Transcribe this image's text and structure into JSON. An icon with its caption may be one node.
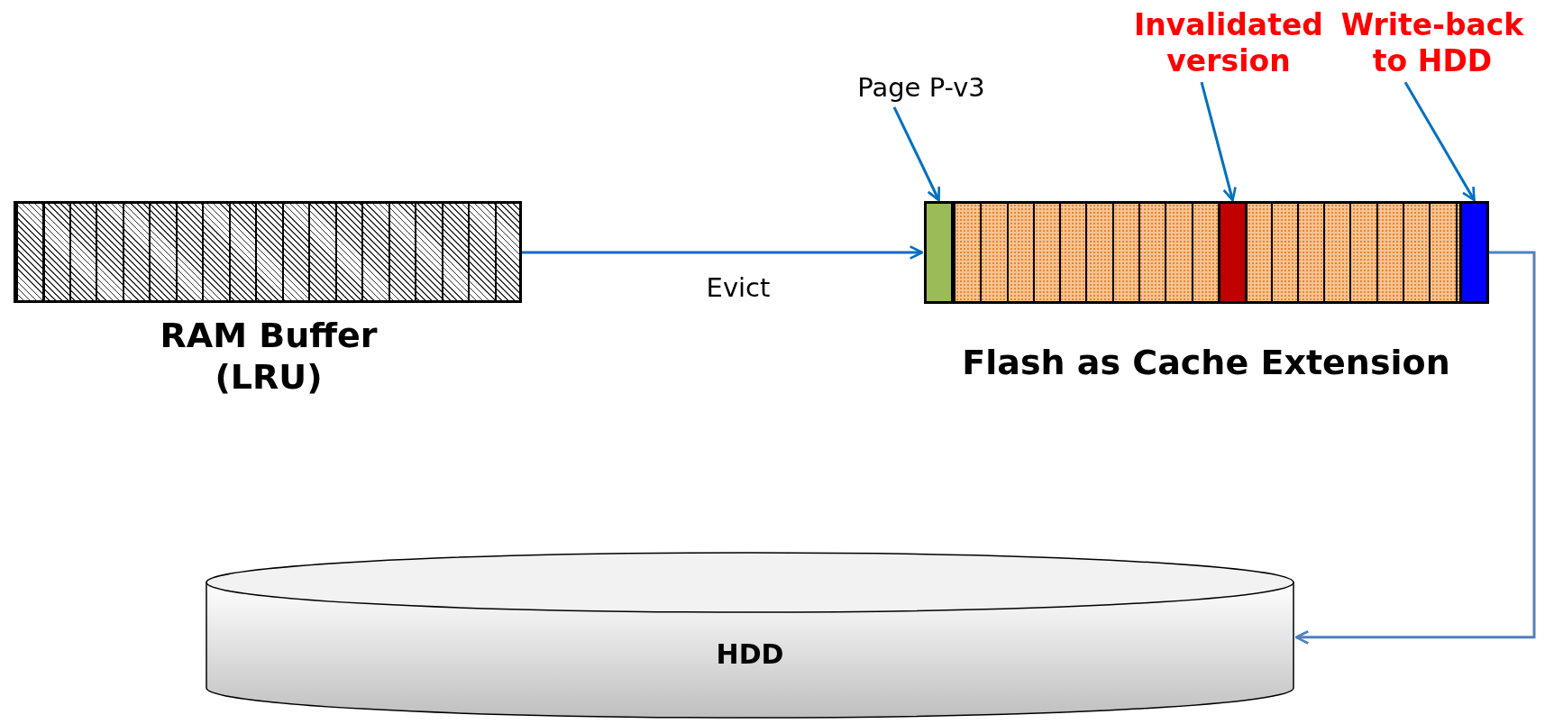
{
  "diagram": {
    "nodes": [
      {
        "text": [
          "Page P-v3"
        ]
      },
      {
        "text": [
          "Invalidated version"
        ]
      },
      {
        "text": [
          "Write-back to HDD"
        ]
      },
      {
        "text": [
          "RAM Buffer (LRU)"
        ]
      },
      {
        "text": [
          "Flash as Cache Extension"
        ]
      },
      {
        "text": [],
        "shape": "box",
        "in": 4
      },
      {
        "text": [],
        "shape": "box",
        "in": 4
      },
      {
        "text": [],
        "shape": "box",
        "in": 4
      },
      {
        "text": [
          "HDD"
        ]
      }
    ],
    "edges": [
      {
        "from": 0,
        "to": 5,
        "arrow": "to"
      },
      {
        "from": 1,
        "to": 6,
        "arrow": "to"
      },
      {
        "from": 2,
        "to": 7,
        "arrow": "to"
      },
      {
        "from": 3,
        "to": 5,
        "arrow": "to",
        "label": "Evict"
      },
      {
        "from": 7,
        "to": 8,
        "arrow": "to",
        "color": "#4f81bd"
      }
    ]
  }
}
